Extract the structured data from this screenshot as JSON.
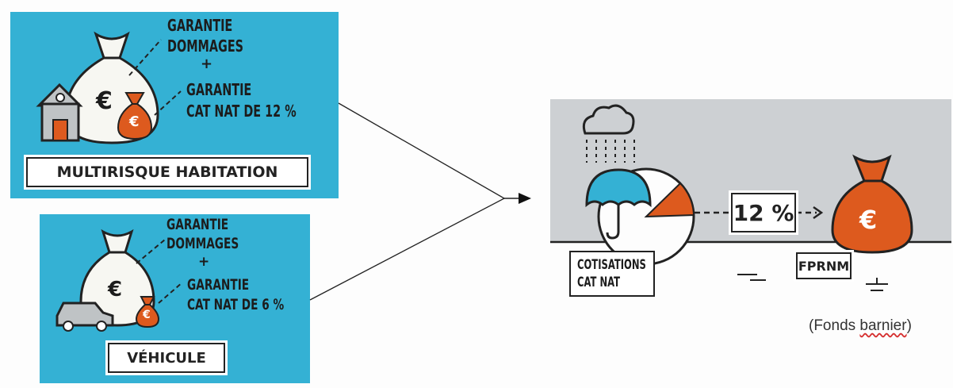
{
  "colors": {
    "panel_blue": "#34b1d4",
    "bag_orange": "#dd5a1e",
    "grey_band": "#cdd0d3",
    "ink": "#222222"
  },
  "habitation": {
    "line1": "GARANTIE",
    "line2": "DOMMAGES",
    "plus": "+",
    "line3": "GARANTIE",
    "line4": "CAT NAT DE 12 %",
    "euro_big": "€",
    "euro_small": "€",
    "label": "MULTIRISQUE HABITATION"
  },
  "vehicule": {
    "line1": "GARANTIE",
    "line2": "DOMMAGES",
    "plus": "+",
    "line3": "GARANTIE",
    "line4": "CAT NAT DE 6 %",
    "euro_big": "€",
    "euro_small": "€",
    "label": "VÉHICULE"
  },
  "fund": {
    "cotisations_line1": "COTISATIONS",
    "cotisations_line2": "CAT NAT",
    "percent": "12 %",
    "fund_label": "FPRNM",
    "euro": "€",
    "note_prefix": "(Fonds ",
    "note_word": "barnier",
    "note_suffix": ")"
  }
}
